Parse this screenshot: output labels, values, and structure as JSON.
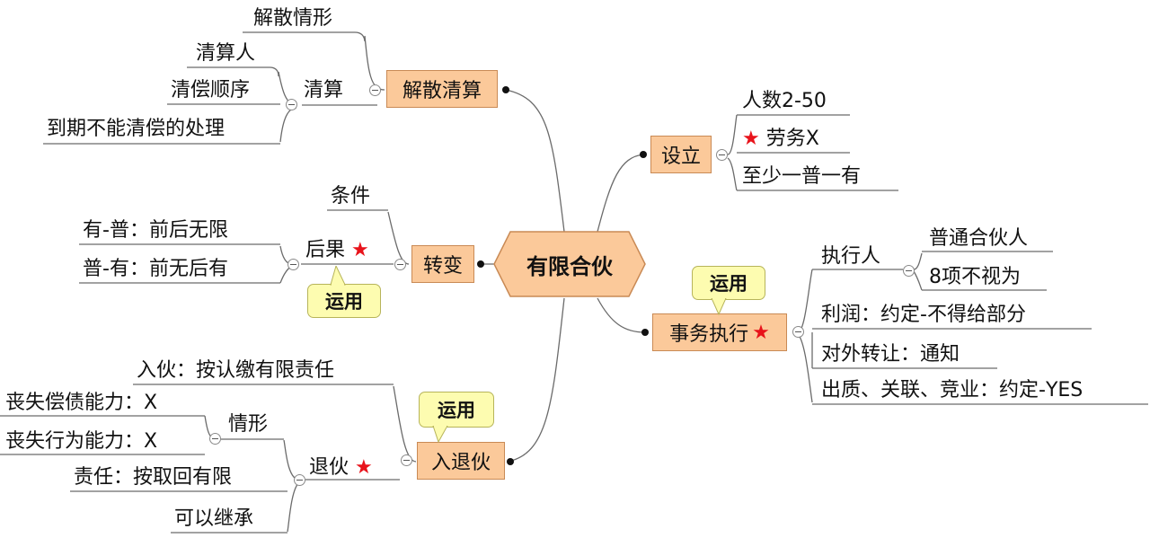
{
  "center": "有限合伙",
  "branches": {
    "dissolution": {
      "label": "解散清算",
      "items": {
        "situation": "解散情形",
        "liquidation": "清算",
        "liquidator": "清算人",
        "order": "清偿顺序",
        "default": "到期不能清偿的处理"
      }
    },
    "conversion": {
      "label": "转变",
      "callout": "运用",
      "condition": "条件",
      "consequence": "后果",
      "you_pu": "有-普：前后无限",
      "pu_you": "普-有：前无后有"
    },
    "admission": {
      "label": "入退伙",
      "callout": "运用",
      "join": "入伙：按认缴有限责任",
      "withdraw": "退伙",
      "situation": "情形",
      "debt_capacity": "丧失偿债能力：X",
      "behavior_capacity": "丧失行为能力：X",
      "liability": "责任：按取回有限",
      "inherit": "可以继承"
    },
    "establish": {
      "label": "设立",
      "count": "人数2-50",
      "labor": "劳务X",
      "least": "至少一普一有"
    },
    "affairs": {
      "label": "事务执行",
      "callout": "运用",
      "executor": "执行人",
      "general_partner": "普通合伙人",
      "eight_items": "8项不视为",
      "profit": "利润：约定-不得给部分",
      "transfer": "对外转让：通知",
      "pledge": "出质、关联、竞业：约定-YES"
    }
  },
  "colors": {
    "topic_fill": "#fbc99a",
    "callout_fill": "#fdfcb0",
    "star": "#e8131b"
  }
}
